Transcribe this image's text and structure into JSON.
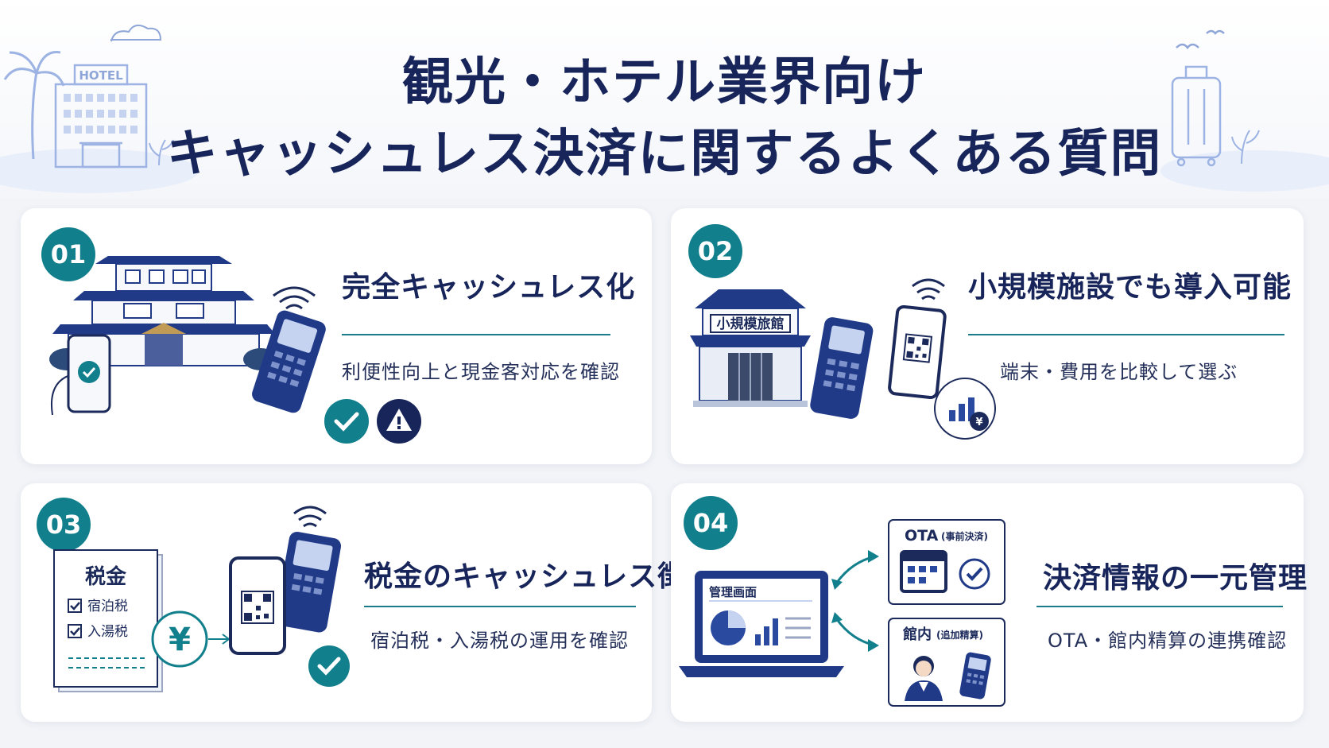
{
  "title": {
    "line1": "観光・ホテル業界向け",
    "line2": "キャッシュレス決済に関するよくある質問"
  },
  "decorations": {
    "hotel_sign": "HOTEL"
  },
  "cards": [
    {
      "number": "01",
      "heading": "完全キャッシュレス化",
      "description": "利便性向上と現金客対応を確認"
    },
    {
      "number": "02",
      "heading": "小規模施設でも導入可能",
      "description": "端末・費用を比較して選ぶ",
      "illustration": {
        "building_sign": "小規模旅館"
      }
    },
    {
      "number": "03",
      "heading": "税金のキャッシュレス徴収",
      "description": "宿泊税・入湯税の運用を確認",
      "illustration": {
        "document_title": "税金",
        "items": [
          "宿泊税",
          "入湯税"
        ],
        "currency_symbol": "¥"
      }
    },
    {
      "number": "04",
      "heading": "決済情報の一元管理",
      "description": "OTA・館内精算の連携確認",
      "illustration": {
        "screen_label": "管理画面",
        "box1_label": "OTA",
        "box1_sub": "(事前決済)",
        "box2_label": "館内",
        "box2_sub": "(追加精算)"
      }
    }
  ],
  "colors": {
    "navy": "#17255a",
    "teal": "#127f8c",
    "light_blue": "#a9bde8"
  }
}
